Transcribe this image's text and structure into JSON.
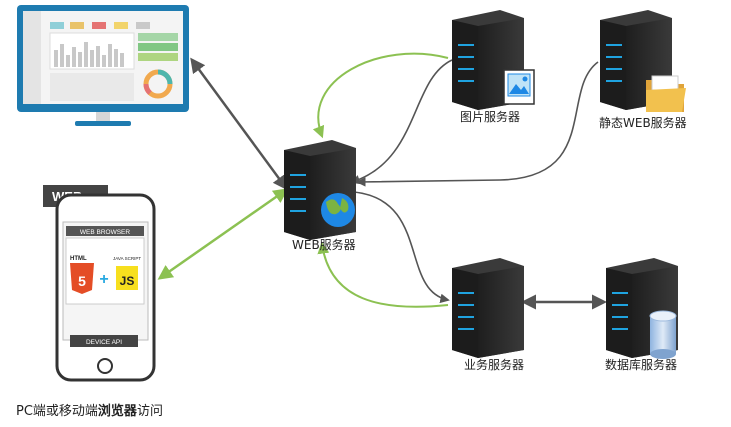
{
  "labels": {
    "image_server": "图片服务器",
    "static_server": "静态WEB服务器",
    "web_server": "WEB服务器",
    "business_server": "业务服务器",
    "db_server": "数据库服务器"
  },
  "caption": {
    "prefix": "PC端或移动端",
    "bold": "浏览器",
    "suffix": "访问"
  },
  "phone": {
    "tag": "WEB",
    "browser": "WEB BROWSER",
    "html": "HTML",
    "html_num": "5",
    "plus": "+",
    "js_top": "JAVA SCRIPT",
    "js": "JS",
    "api": "DEVICE API"
  },
  "colors": {
    "green": "#8cc152",
    "gray": "#666666",
    "server": "#2b2b2b",
    "led": "#1fa3e0"
  }
}
